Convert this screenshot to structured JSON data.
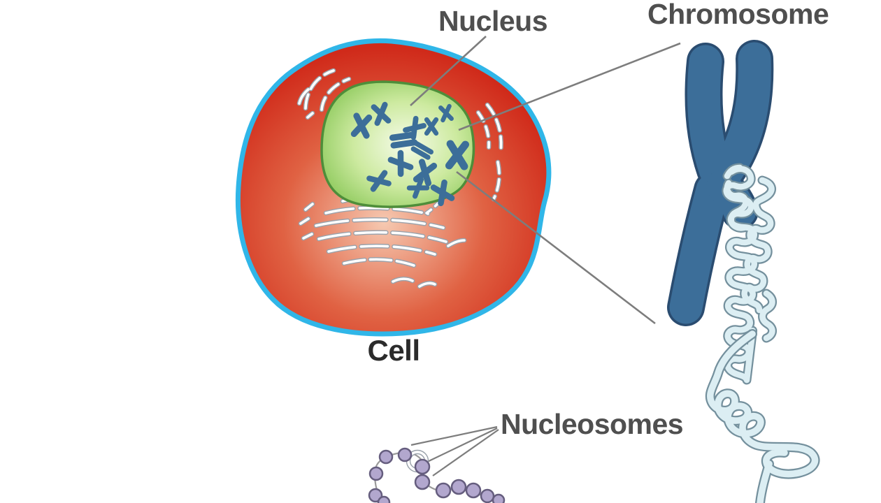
{
  "figure": {
    "type": "biology-diagram",
    "subject": "Chromosome packaging: cell, nucleus, chromosome, chromatin fiber and nucleosomes",
    "labels": {
      "nucleus": "Nucleus",
      "chromosome": "Chromosome",
      "cell": "Cell",
      "nucleosomes": "Nucleosomes"
    },
    "colors": {
      "background": "#ffffff",
      "membrane": "#30b6e8",
      "cell_edge": "#d02a1a",
      "cell_mid": "#e06243",
      "cell_center": "#f6c9b1",
      "nucleus_border": "#4e8e3a",
      "nucleus_edge": "#8fca5e",
      "nucleus_mid": "#cdeaa0",
      "nucleus_center": "#f5fbe9",
      "chromosome_fill": "#3c6e99",
      "chromosome_outline": "#2a4c70",
      "chromatin_fill": "#dceef3",
      "chromatin_outline": "#74909d",
      "er_outline": "#9aa2ab",
      "er_fill": "#ffffff",
      "nucleosome_fill": "#b2a7ce",
      "nucleosome_outline": "#655d7e",
      "string": "#9a9a9a",
      "leader_line": "#7d7d7d",
      "label_text": "#4f4f4f",
      "cell_label_text": "#2b2b2b"
    }
  }
}
